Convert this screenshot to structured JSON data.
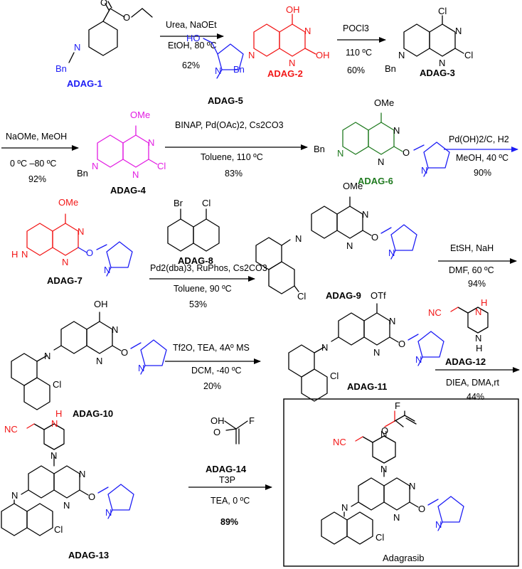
{
  "colors": {
    "blue": "#1c1cf5",
    "red": "#f21717",
    "magenta": "#e21ce2",
    "green": "#1f7a1f",
    "black": "#000000"
  },
  "compounds": {
    "adag1": "ADAG-1",
    "adag2": "ADAG-2",
    "adag3": "ADAG-3",
    "adag4": "ADAG-4",
    "adag5": "ADAG-5",
    "adag6": "ADAG-6",
    "adag7": "ADAG-7",
    "adag8": "ADAG-8",
    "adag9": "ADAG-9",
    "adag10": "ADAG-10",
    "adag11": "ADAG-11",
    "adag12": "ADAG-12",
    "adag13": "ADAG-13",
    "adag14": "ADAG-14",
    "final": "Adagrasib"
  },
  "steps": {
    "s1": {
      "reagent": "Urea, NaOEt",
      "conditions": "EtOH, 80 ºC",
      "yield": "62%"
    },
    "s2": {
      "reagent": "POCl3",
      "conditions": "110 ºC",
      "yield": "60%"
    },
    "s3": {
      "reagent": "NaOMe, MeOH",
      "conditions": "0 ºC –80 ºC",
      "yield": "92%"
    },
    "s4": {
      "reagent": "BINAP, Pd(OAc)2, Cs2CO3",
      "conditions": "Toluene, 110 ºC",
      "yield": "83%"
    },
    "s5": {
      "reagent": "Pd(OH)2/C, H2",
      "conditions": "MeOH, 40 ºC",
      "yield": "90%"
    },
    "s6": {
      "reagent": "Pd2(dba)3, RuPhos, Cs2CO3",
      "conditions": "Toluene, 90 ºC",
      "yield": "53%"
    },
    "s7": {
      "reagent": "EtSH, NaH",
      "conditions": "DMF, 60 ºC",
      "yield": "94%"
    },
    "s8": {
      "reagent": "Tf2O, TEA, 4Aº MS",
      "conditions": "DCM, -40 ºC",
      "yield": "20%"
    },
    "s9": {
      "reagent": "DIEA, DMA,rt",
      "yield": "44%"
    },
    "s10": {
      "reagent": "T3P",
      "conditions": "TEA, 0 ºC",
      "yield": "89%"
    }
  },
  "atoms": {
    "oh": "OH",
    "o": "O",
    "n": "N",
    "h": "H",
    "cl": "Cl",
    "br": "Br",
    "f": "F",
    "bn": "Bn",
    "ome": "OMe",
    "otf": "OTf",
    "ho": "HO",
    "nc": "NC"
  }
}
